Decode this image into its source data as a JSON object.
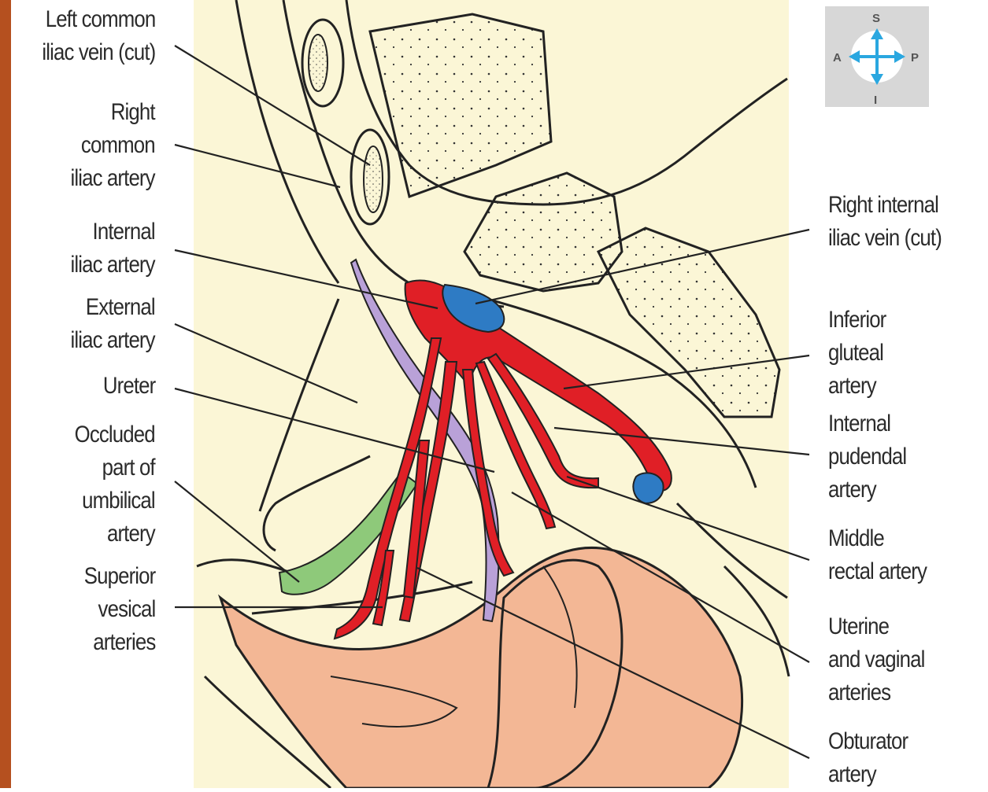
{
  "labels_left": [
    {
      "id": "left-common-iliac-vein",
      "text": "Left common\niliac vein (cut)"
    },
    {
      "id": "right-common-iliac-artery",
      "text": "Right\ncommon\niliac artery"
    },
    {
      "id": "internal-iliac-artery",
      "text": "Internal\niliac artery"
    },
    {
      "id": "external-iliac-artery",
      "text": "External\niliac artery"
    },
    {
      "id": "ureter",
      "text": "Ureter"
    },
    {
      "id": "occluded-umbilical-artery",
      "text": "Occluded\npart of\numbilical\nartery"
    },
    {
      "id": "superior-vesical-arteries",
      "text": "Superior\nvesical\narteries"
    }
  ],
  "labels_right": [
    {
      "id": "right-internal-iliac-vein",
      "text": "Right internal\niliac vein (cut)"
    },
    {
      "id": "inferior-gluteal-artery",
      "text": "Inferior\ngluteal\nartery"
    },
    {
      "id": "internal-pudendal-artery",
      "text": "Internal\npudendal\nartery"
    },
    {
      "id": "middle-rectal-artery",
      "text": "Middle\nrectal artery"
    },
    {
      "id": "uterine-vaginal-arteries",
      "text": "Uterine\nand vaginal\narteries"
    },
    {
      "id": "obturator-artery",
      "text": "Obturator\nartery"
    }
  ],
  "compass": {
    "superior": "S",
    "inferior": "I",
    "anterior": "A",
    "posterior": "P"
  },
  "colors": {
    "background_left": "#b5501f",
    "tissue": "#fbf6d6",
    "artery": "#e01f26",
    "vein": "#2e7bc4",
    "ureter": "#b9a1d8",
    "umbilical": "#8ec97a",
    "organs": "#f3b795",
    "compass_bg": "#d7d7d7",
    "compass_arrow": "#2aa7e0"
  }
}
